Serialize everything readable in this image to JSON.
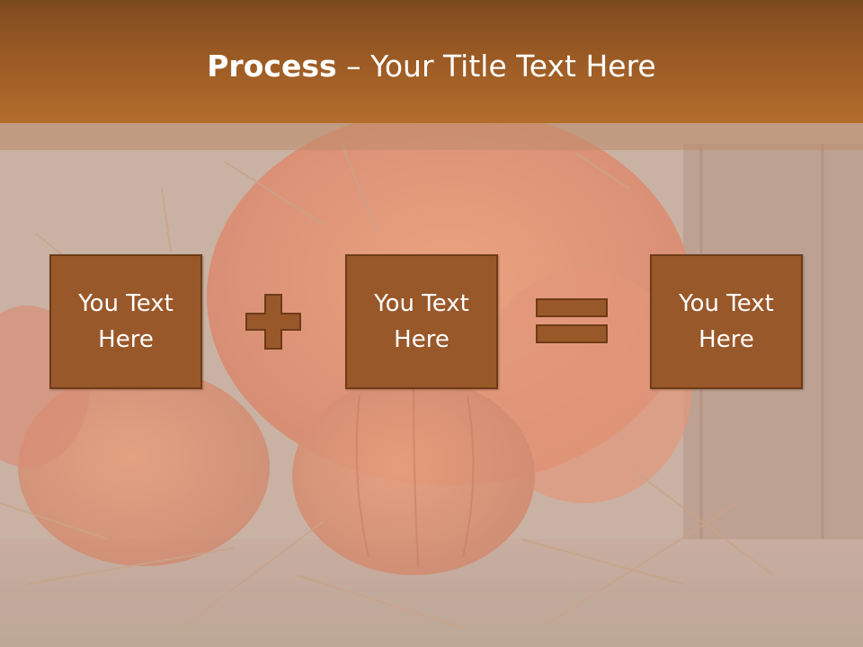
{
  "slide": {
    "title_bold": "Process",
    "title_rest": " – Your Title Text Here",
    "boxes": [
      {
        "line1": "You Text",
        "line2": "Here"
      },
      {
        "line1": "You Text",
        "line2": "Here"
      },
      {
        "line1": "You Text",
        "line2": "Here"
      }
    ],
    "operators": [
      "plus-icon",
      "equals-icon"
    ]
  },
  "colors": {
    "title_bar": "#9a5a24",
    "box_fill": "#99582a",
    "box_border": "#6e3b16",
    "text": "#ffffff"
  }
}
